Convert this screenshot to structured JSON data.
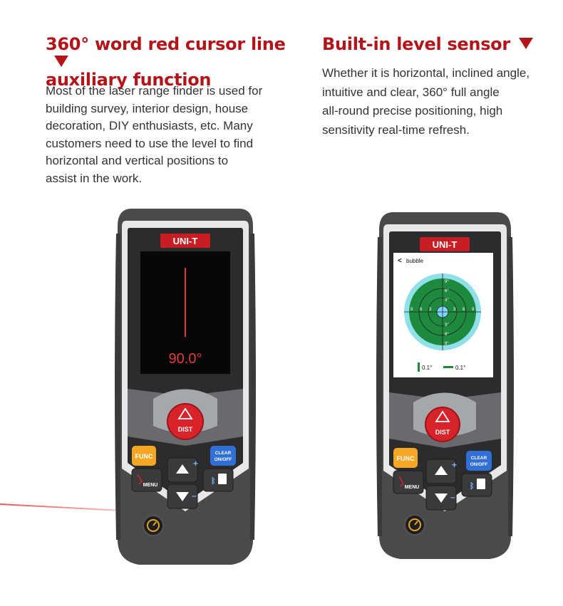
{
  "left": {
    "title_line1": "360° word red cursor line",
    "title_line2": "auxiliary function",
    "description": "Most of the laser range finder is used for\nbuilding survey, interior design, house\ndecoration, DIY enthusiasts, etc. Many\ncustomers need to use the level to find\nhorizontal and vertical positions to\nassist in the work."
  },
  "right": {
    "title": "Built-in level sensor",
    "description": "Whether it is horizontal, inclined angle,\n intuitive and clear, 360° full angle\nall-round precise positioning, high\nsensitivity real-time refresh."
  },
  "device": {
    "brand": "UNI-T",
    "dist_label": "DIST",
    "func_label": "FUNC",
    "clear_label_1": "CLEAR",
    "clear_label_2": "ON/OFF",
    "menu_label": "MENU"
  },
  "left_screen": {
    "angle": "90.0°"
  },
  "right_screen": {
    "title": "bubble",
    "back_symbol": "<",
    "scale_top": [
      "9°",
      "6°",
      "3°"
    ],
    "scale_bottom": [
      "3°",
      "6°",
      "9°"
    ],
    "scale_left": [
      "9",
      "6",
      "3"
    ],
    "scale_right": [
      "3",
      "6",
      "9"
    ],
    "reading_vertical": "0.1°",
    "reading_horizontal": "0.1°"
  },
  "colors": {
    "title_red": "#b21419",
    "device_gray": "#4a4a4c",
    "dist_button_red": "#d8232a",
    "func_button_orange": "#f5a623",
    "clear_button_blue": "#2f6fd6",
    "level_green": "#1e8a3e",
    "level_ring": "#8fe0e8"
  }
}
